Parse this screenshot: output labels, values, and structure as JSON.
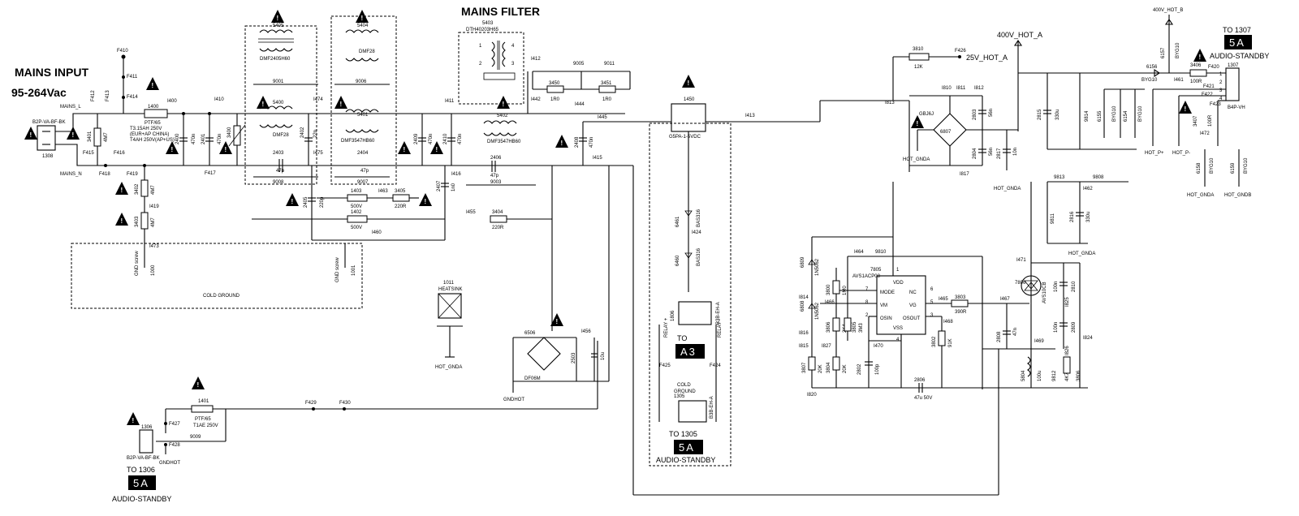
{
  "titles": {
    "mains_filter": "MAINS FILTER",
    "mains_input": "MAINS INPUT",
    "mains_range": "95-264Vac"
  },
  "connectors": {
    "c1308": "1308",
    "c1308_type": "B2P-VA-BF-BK",
    "c1306": "1306",
    "c1306_type": "B2P-VA-BF-BK",
    "c1307": "1307",
    "c1307_type": "B4P-VH",
    "c1305": "1305",
    "c1305_type": "B3B-EH-A",
    "c1806": "1806",
    "c1806_type": "B3B-EH-A"
  },
  "destinations": {
    "to1307": "TO 1307",
    "to1307_box": "5A",
    "to1307_sub": "AUDIO-STANDBY",
    "to1306": "TO 1306",
    "to1306_box": "5A",
    "to1306_sub": "AUDIO-STANDBY",
    "to1305": "TO 1305",
    "to1305_box": "5A",
    "to1305_sub": "AUDIO-STANDBY",
    "toA3": "TO",
    "toA3_box": "A3"
  },
  "nets": {
    "mains_l": "MAINS_L",
    "mains_n": "MAINS_N",
    "hot_400a": "400V_HOT_A",
    "hot_400b": "400V_HOT_B",
    "hot_25a": "25V_HOT_A",
    "hot_gnda": "HOT_GNDA",
    "hot_gndb": "HOT_GNDB",
    "hot_p_plus": "HOT_P+",
    "hot_p_minus": "HOT_P-",
    "gndhot": "GNDHOT",
    "cold_ground": "COLD GROUND",
    "cold_ground2a": "COLD",
    "cold_ground2b": "GROUND",
    "relay_plus": "RELAY +",
    "relay_minus": "RELAY -",
    "gnd_screw": "GND screw"
  },
  "fuse": {
    "f1400": "1400",
    "ptf": "PTF/65",
    "t315": "T3.15AH 250V",
    "eur": "(EUR+AP CHINA)",
    "t4": "T4AH 250V(AP+US)",
    "f1401": "1401",
    "ptf2": "PTF/65",
    "t1ae": "T1AE 250V"
  },
  "chokes": {
    "l5405": "5405",
    "dmf2405": "DMF2405H60",
    "l5404": "5404",
    "dmf28a": "DMF28",
    "l5400": "5400",
    "dmf28b": "DMF28",
    "l5401": "5401",
    "dmf3547a": "DMF3547HB60",
    "l5403": "5403",
    "dth": "DTH40203H65",
    "l5402": "5402",
    "dmf3547b": "DMF3547HB60"
  },
  "components": {
    "r3401": "3401",
    "r3401v": "4M7",
    "c2400": "2400",
    "c2400v": "470n",
    "c2401": "2401",
    "c2401v": "470n",
    "r3400": "3400",
    "c2403": "2403",
    "c2403v": "47p",
    "c2402": "2402",
    "c2402v": "22n",
    "c2404": "2404",
    "c2404v": "47p",
    "c2405": "2405",
    "c2405v": "220p",
    "d1403": "1403",
    "d1403v": "500V",
    "d1402": "1402",
    "d1402v": "500V",
    "r3405": "3405",
    "r3405v": "220R",
    "r3404": "3404",
    "r3404v": "220R",
    "c2406": "2406",
    "c2406v": "47p",
    "c2407": "2407",
    "c2407v": "1n0",
    "c2409": "2409",
    "c2409v": "470n",
    "c2410": "2410",
    "c2410v": "470n",
    "c2408": "2408",
    "c2408v": "470n",
    "r3450": "3450",
    "r3450v": "1R0",
    "r3451": "3451",
    "r3451v": "1R0",
    "r3402": "3402",
    "r3402v": "4M7",
    "r3403": "3403",
    "r3403v": "4M7",
    "hs1011": "1011",
    "hs1011v": "HEATSINK",
    "br6506": "6506",
    "br6506v": "DF06M",
    "c2503": "2503",
    "c2503v": "10u",
    "rel1450": "1450",
    "rel1450v": "G5PA-1-5VDC",
    "d6461": "6461",
    "d6461v": "BAS316",
    "d6460": "6460",
    "d6460v": "BAS316",
    "r3810": "3810",
    "r3810v": "12K",
    "br6807": "6807",
    "br6807v": "GBJ6J",
    "c2803": "2803",
    "c2803v": "56n",
    "c2804": "2804",
    "c2804v": "56n",
    "c2817": "2817",
    "c2817v": "10n",
    "c2815": "2815",
    "c2815v": "330u",
    "c2816": "2816",
    "c2816v": "330u",
    "r6156": "6156",
    "r6156v": "BYG10",
    "d6157": "6157",
    "d6157v": "BYG10",
    "r3406": "3406",
    "r3406v": "100R",
    "r3407": "3407",
    "r3407v": "100R",
    "d6155": "6155",
    "d6155v": "BYG10",
    "d6154": "6154",
    "d6154v": "BYG10",
    "d6158": "6158",
    "d6158v": "BYG10",
    "d6159": "6159",
    "d6159v": "BYG10",
    "d6809": "6809",
    "d6809v": "1N5062",
    "d6808": "6808",
    "d6808v": "1N5062",
    "r3800": "3800",
    "r3800v": "1M0",
    "r3806": "3806",
    "r3806v": "2K4",
    "r3805": "3805",
    "r3805v": "3M3",
    "r3807": "3807",
    "r3807v": "20K",
    "r3804": "3804",
    "r3804v": "20K",
    "c2802": "2802",
    "c2802v": "100p",
    "r3802": "3802",
    "r3802v": "91K",
    "r3803": "3803",
    "r3803v": "390R",
    "c2806": "2806",
    "c2806v": "47u 50V",
    "c2808": "2808",
    "c2808v": "47n",
    "q7806": "7806",
    "q7806v": "AVS10CB",
    "c2810": "2810",
    "c2810v": "100n",
    "c2809": "2809",
    "c2809v": "100n",
    "r3806b": "3806",
    "r3806bv": "4K7",
    "c5804": "5804",
    "c5804v": "100u",
    "c9812": "9812",
    "c2806b": "2806"
  },
  "ic7805": {
    "ref": "7805",
    "part": "AVS1ACP08",
    "vdd": "VDD",
    "mode": "MODE",
    "vm": "VM",
    "nc": "NC",
    "vg": "VG",
    "osin": "OSIN",
    "osout": "OSOUT",
    "vss": "VSS",
    "p7": "7",
    "p8": "8",
    "p2": "2",
    "p6": "6",
    "p5": "5",
    "p3": "3",
    "p4": "4",
    "p1": "1"
  },
  "nodes": {
    "F410": "F410",
    "F411": "F411",
    "F414": "F414",
    "F412": "F412",
    "F413": "F413",
    "F415": "F415",
    "F416": "F416",
    "F418": "F418",
    "F419": "F419",
    "F417": "F417",
    "I400": "I400",
    "I410": "I410",
    "I474": "I474",
    "I475": "I475",
    "I411": "I411",
    "I412": "I412",
    "I442": "I442",
    "I444": "I444",
    "I445": "I445",
    "I416": "I416",
    "I415": "I415",
    "I413": "I413",
    "I419": "I419",
    "I473": "I473",
    "I463": "I463",
    "I460": "I460",
    "I455": "I455",
    "I456": "I456",
    "I424": "I424",
    "I813": "I813",
    "I810": "I810",
    "I811": "I811",
    "I812": "I812",
    "I817": "I817",
    "I461": "I461",
    "F420": "F420",
    "F421": "F421",
    "F422": "F422",
    "F423": "F423",
    "F426": "F426",
    "I472": "I472",
    "I462": "I462",
    "I464": "I464",
    "I471": "I471",
    "I814": "I814",
    "I466": "I466",
    "I816": "I816",
    "I815": "I815",
    "I827": "I827",
    "I470": "I470",
    "I465": "I465",
    "I468": "I468",
    "I467": "I467",
    "I469": "I469",
    "I825": "I825",
    "I826": "I826",
    "I824": "I824",
    "I820": "I820",
    "F425": "F425",
    "F424": "F424",
    "F427": "F427",
    "F428": "F428",
    "F429": "F429",
    "F430": "F430",
    "n9001": "9001",
    "n9006": "9006",
    "n9008": "9008",
    "n9007": "9007",
    "n9003": "9003",
    "n9005": "9005",
    "n9011": "9011",
    "n9009": "9009",
    "n9810": "9810",
    "n9813": "9813",
    "n9808": "9808",
    "n9814": "9814",
    "n9811": "9811",
    "n1000": "1000",
    "n1001": "1001"
  },
  "colors": {
    "ink": "#000000",
    "paper": "#ffffff"
  },
  "icons": [
    "warning-triangle-icon",
    "resistor-icon",
    "capacitor-icon",
    "diode-icon",
    "inductor-icon",
    "ground-icon"
  ]
}
